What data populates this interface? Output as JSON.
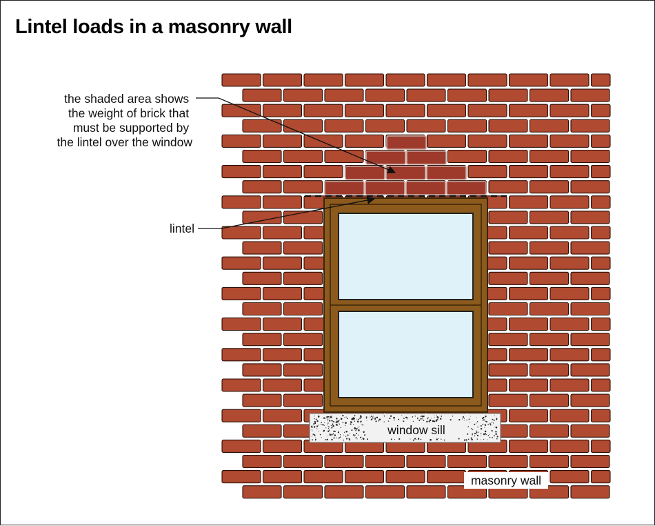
{
  "title": "Lintel loads in a masonry wall",
  "labels": {
    "shaded_area": [
      "the shaded area shows",
      "the weight of brick that",
      "must be supported by",
      "the lintel over the window"
    ],
    "lintel": "lintel",
    "window_sill": "window sill",
    "masonry_wall": "masonry wall"
  },
  "colors": {
    "brick": "#b04a30",
    "brick_shaded": "#9e3a2c",
    "mortar": "#ffffff",
    "window_frame": "#8b5a1c",
    "glass": "#dff2fa",
    "sill": "#f2f2f2"
  },
  "icons": [
    "arrow-icon"
  ]
}
